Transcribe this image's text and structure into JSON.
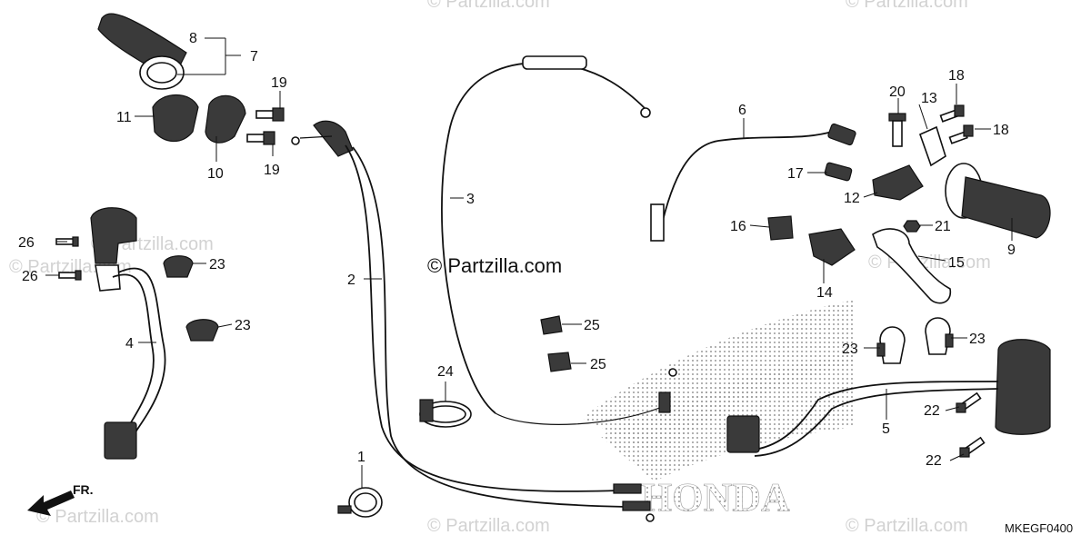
{
  "watermark": {
    "center": "© Partzilla.com",
    "tile": "© Partzilla.com"
  },
  "diagram_code": "MKEGF0400",
  "direction_label": "FR.",
  "callouts": [
    {
      "id": "c1",
      "label": "1"
    },
    {
      "id": "c2",
      "label": "2"
    },
    {
      "id": "c3",
      "label": "3"
    },
    {
      "id": "c4",
      "label": "4"
    },
    {
      "id": "c5",
      "label": "5"
    },
    {
      "id": "c6",
      "label": "6"
    },
    {
      "id": "c7",
      "label": "7"
    },
    {
      "id": "c8",
      "label": "8"
    },
    {
      "id": "c9",
      "label": "9"
    },
    {
      "id": "c10",
      "label": "10"
    },
    {
      "id": "c11",
      "label": "11"
    },
    {
      "id": "c12",
      "label": "12"
    },
    {
      "id": "c13",
      "label": "13"
    },
    {
      "id": "c14",
      "label": "14"
    },
    {
      "id": "c15",
      "label": "15"
    },
    {
      "id": "c16",
      "label": "16"
    },
    {
      "id": "c17",
      "label": "17"
    },
    {
      "id": "c18a",
      "label": "18"
    },
    {
      "id": "c18b",
      "label": "18"
    },
    {
      "id": "c19a",
      "label": "19"
    },
    {
      "id": "c19b",
      "label": "19"
    },
    {
      "id": "c20",
      "label": "20"
    },
    {
      "id": "c21",
      "label": "21"
    },
    {
      "id": "c22a",
      "label": "22"
    },
    {
      "id": "c22b",
      "label": "22"
    },
    {
      "id": "c23a",
      "label": "23"
    },
    {
      "id": "c23b",
      "label": "23"
    },
    {
      "id": "c23c",
      "label": "23"
    },
    {
      "id": "c23d",
      "label": "23"
    },
    {
      "id": "c24",
      "label": "24"
    },
    {
      "id": "c25a",
      "label": "25"
    },
    {
      "id": "c25b",
      "label": "25"
    },
    {
      "id": "c26a",
      "label": "26"
    },
    {
      "id": "c26b",
      "label": "26"
    }
  ],
  "logo_text": "HONDA"
}
